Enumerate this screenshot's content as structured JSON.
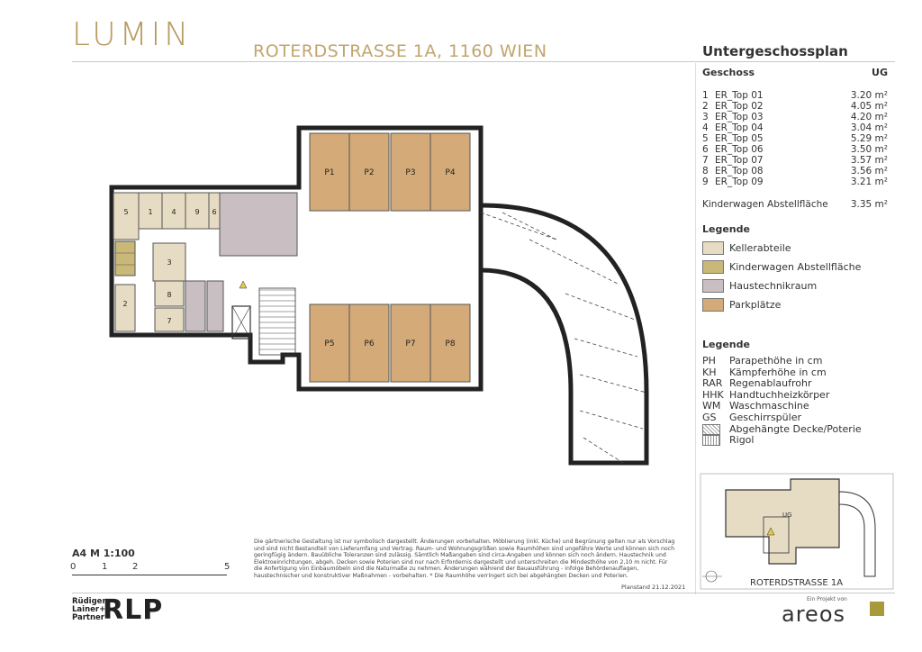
{
  "header": {
    "logo": "LUMIN",
    "address": "ROTERDSTRASSE 1A, 1160 WIEN",
    "plan_title": "Untergeschossplan"
  },
  "floor_table": {
    "label": "Geschoss",
    "value": "UG",
    "rooms": [
      {
        "n": "1",
        "name": "ER_Top 01",
        "area": "3.20 m²"
      },
      {
        "n": "2",
        "name": "ER_Top 02",
        "area": "4.05 m²"
      },
      {
        "n": "3",
        "name": "ER_Top 03",
        "area": "4.20 m²"
      },
      {
        "n": "4",
        "name": "ER_Top 04",
        "area": "3.04 m²"
      },
      {
        "n": "5",
        "name": "ER_Top 05",
        "area": "5.29 m²"
      },
      {
        "n": "6",
        "name": "ER_Top 06",
        "area": "3.50 m²"
      },
      {
        "n": "7",
        "name": "ER_Top 07",
        "area": "3.57 m²"
      },
      {
        "n": "8",
        "name": "ER_Top 08",
        "area": "3.56 m²"
      },
      {
        "n": "9",
        "name": "ER_Top 09",
        "area": "3.21 m²"
      }
    ],
    "stroller_label": "Kinderwagen Abstellfläche",
    "stroller_area": "3.35 m²"
  },
  "legend1": {
    "title": "Legende",
    "items": [
      {
        "label": "Kellerabteile",
        "color": "#e6dcc3"
      },
      {
        "label": "Kinderwagen Abstellfläche",
        "color": "#c9b878"
      },
      {
        "label": "Haustechnikraum",
        "color": "#c9bfc2"
      },
      {
        "label": "Parkplätze",
        "color": "#d4ab78"
      }
    ]
  },
  "legend2": {
    "title": "Legende",
    "items": [
      {
        "abbr": "PH",
        "desc": "Parapethöhe in cm"
      },
      {
        "abbr": "KH",
        "desc": "Kämpferhöhe in cm"
      },
      {
        "abbr": "RAR",
        "desc": "Regenablaufrohr"
      },
      {
        "abbr": "HHK",
        "desc": "Handtuchheizkörper"
      },
      {
        "abbr": "WM",
        "desc": "Waschmaschine"
      },
      {
        "abbr": "GS",
        "desc": "Geschirrspüler"
      },
      {
        "abbr": "",
        "desc": "Abgehängte Decke/Poterie"
      },
      {
        "abbr": "",
        "desc": "Rigol"
      }
    ]
  },
  "plan": {
    "parking": [
      "P1",
      "P2",
      "P3",
      "P4",
      "P5",
      "P6",
      "P7",
      "P8"
    ],
    "storage": [
      "5",
      "1",
      "4",
      "9",
      "6",
      "3",
      "2",
      "8",
      "7"
    ]
  },
  "keyplan": {
    "label": "UG",
    "street": "ROTERDSTRASSE 1A"
  },
  "scale": {
    "label": "A4  M 1:100",
    "ticks": [
      "0",
      "1",
      "2",
      "5"
    ]
  },
  "notes": "Die gärtnerische Gestaltung ist nur symbolisch dargestellt. Änderungen vorbehalten. Möblierung (inkl. Küche) und Begrünung gelten nur als Vorschlag und sind nicht Bestandteil von Lieferumfang und Vertrag. Raum- und Wohnungsgrößen sowie Raumhöhen sind ungefähre Werte und können sich noch geringfügig ändern. Bauübliche Toleranzen sind zulässig. Sämtlich Maßangaben sind circa-Angaben und können sich noch ändern. Haustechnik und Elektroeinrichtungen, abgeh. Decken sowie Poterien sind nur nach Erfordernis dargestellt und unterschreiten die Mindesthöhe von 2,10 m nicht. Für die Anfertigung von Einbaumöbeln sind die Naturmaße zu nehmen. Änderungen während der Bauausführung - infolge Behördenauflagen, haustechnischer und konstruktiver Maßnahmen - vorbehalten. * Die Raumhöhe verringert sich bei abgehängten Decken und Poterien.",
  "planstand": "Planstand 21.12.2021",
  "footer": {
    "rlp_small": "Rüdiger\nLainer+\nPartner",
    "rlp_big": "RLP",
    "project_of": "Ein Projekt von",
    "areos": "areos"
  }
}
